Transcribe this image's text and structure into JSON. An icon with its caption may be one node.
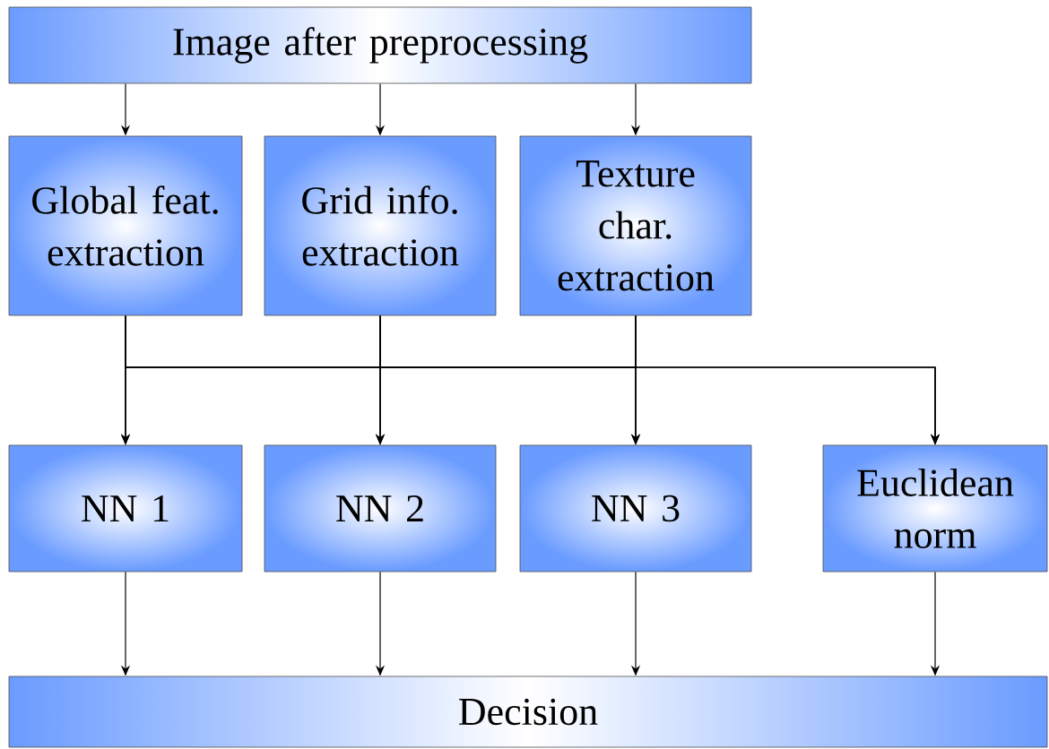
{
  "diagram": {
    "nodes": [
      {
        "text": [
          "Image after preprocessing"
        ]
      },
      {
        "text": [
          "Global feat. extraction"
        ]
      },
      {
        "text": [
          "Grid info. extraction"
        ]
      },
      {
        "text": [
          "Texture char. extraction"
        ]
      },
      {
        "text": [
          "NN 1"
        ]
      },
      {
        "text": [
          "NN 2"
        ]
      },
      {
        "text": [
          "NN 3"
        ]
      },
      {
        "text": [
          "Euclidean norm"
        ]
      },
      {
        "text": [
          "Decision"
        ]
      }
    ],
    "edges": [
      {
        "from": 0,
        "to": 1,
        "arrow": "to"
      },
      {
        "from": 0,
        "to": 2,
        "arrow": "to"
      },
      {
        "from": 0,
        "to": 3,
        "arrow": "to"
      },
      {
        "from": 1,
        "to": 4,
        "arrow": "to"
      },
      {
        "from": 1,
        "to": 5,
        "arrow": "to"
      },
      {
        "from": 1,
        "to": 6,
        "arrow": "to"
      },
      {
        "from": 1,
        "to": 7,
        "arrow": "to"
      },
      {
        "from": 2,
        "to": 4,
        "arrow": "to"
      },
      {
        "from": 2,
        "to": 5,
        "arrow": "to"
      },
      {
        "from": 2,
        "to": 6,
        "arrow": "to"
      },
      {
        "from": 2,
        "to": 7,
        "arrow": "to"
      },
      {
        "from": 3,
        "to": 4,
        "arrow": "to"
      },
      {
        "from": 3,
        "to": 5,
        "arrow": "to"
      },
      {
        "from": 3,
        "to": 6,
        "arrow": "to"
      },
      {
        "from": 3,
        "to": 7,
        "arrow": "to"
      },
      {
        "from": 4,
        "to": 8,
        "arrow": "to"
      },
      {
        "from": 5,
        "to": 8,
        "arrow": "to"
      },
      {
        "from": 6,
        "to": 8,
        "arrow": "to"
      },
      {
        "from": 7,
        "to": 8,
        "arrow": "to"
      }
    ]
  }
}
